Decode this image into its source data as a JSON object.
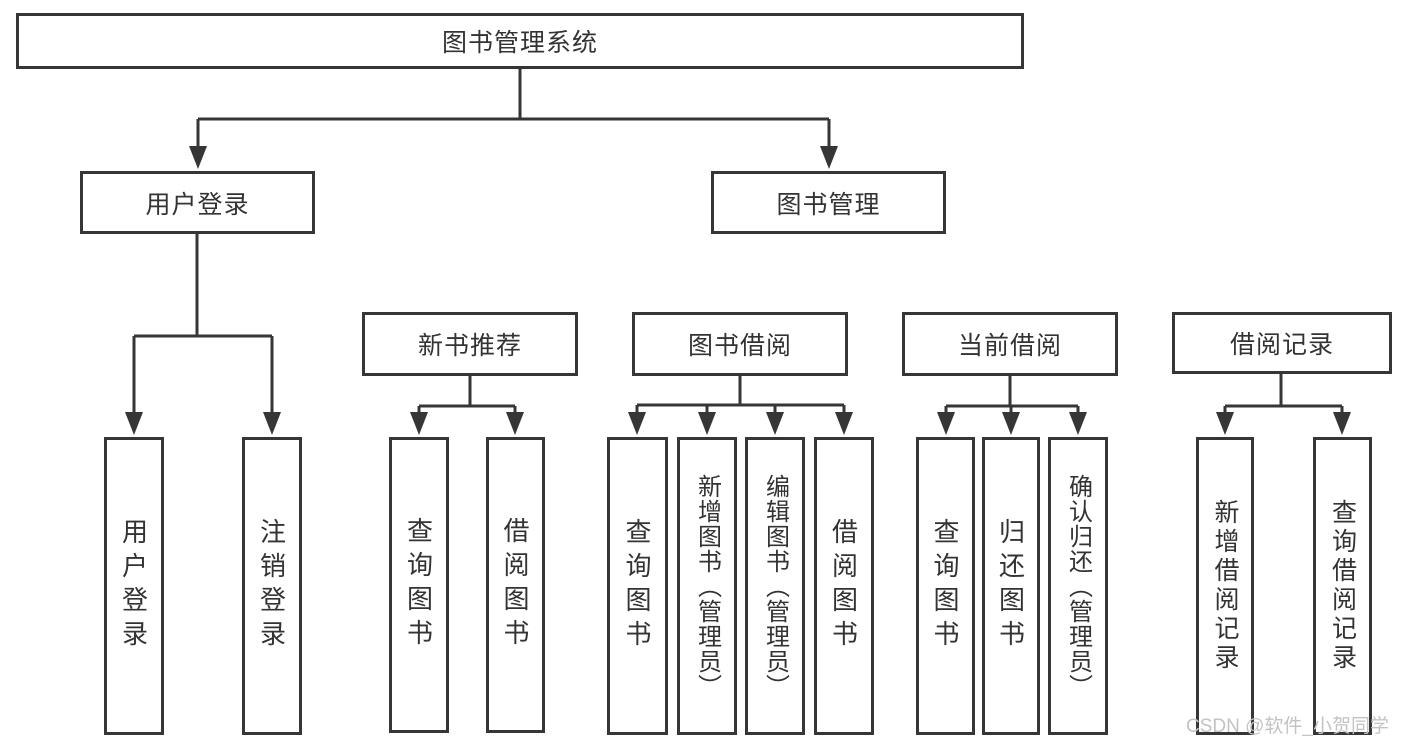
{
  "tree": {
    "label": "图书管理系统",
    "children": [
      {
        "label": "用户登录",
        "children": [
          {
            "label": "用户登录"
          },
          {
            "label": "注销登录"
          }
        ]
      },
      {
        "label": "图书管理",
        "children": [
          {
            "label": "新书推荐",
            "children": [
              {
                "label": "查询图书"
              },
              {
                "label": "借阅图书"
              }
            ]
          },
          {
            "label": "图书借阅",
            "children": [
              {
                "label": "查询图书"
              },
              {
                "label": "新增图书（管理员）"
              },
              {
                "label": "编辑图书（管理员）"
              },
              {
                "label": "借阅图书"
              }
            ]
          },
          {
            "label": "当前借阅",
            "children": [
              {
                "label": "查询图书"
              },
              {
                "label": "归还图书"
              },
              {
                "label": "确认归还（管理员）"
              }
            ]
          },
          {
            "label": "借阅记录",
            "children": [
              {
                "label": "新增借阅记录"
              },
              {
                "label": "查询借阅记录"
              }
            ]
          }
        ]
      }
    ]
  },
  "watermark": {
    "text": "CSDN @软件_小贺同学"
  },
  "colors": {
    "line": "#363636",
    "box_border": "#363636",
    "box_fill": "#ffffff",
    "text": "#333333",
    "watermark": "#c3c3c3",
    "background": "#ffffff"
  }
}
